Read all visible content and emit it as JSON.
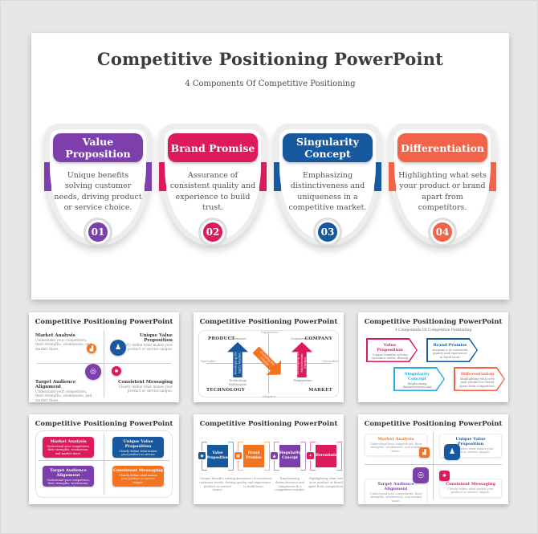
{
  "palette": {
    "purple": "#7c3fab",
    "crimson": "#dc1a5e",
    "blue": "#17599e",
    "orange": "#f2644a",
    "orange_bright": "#f5731f",
    "cyan": "#2aa9e1",
    "page_bg": "#e7e7e7"
  },
  "icons": {
    "bar_chart": "▟",
    "podium": "♟",
    "target": "◎",
    "gear": "✱",
    "diamond": "◆",
    "grid": "▦",
    "triangle": "▲",
    "spark": "✦"
  },
  "main_slide": {
    "title": "Competitive Positioning PowerPoint",
    "subtitle": "4 Components Of Competitive Positioning",
    "cards": [
      {
        "number": "01",
        "title": "Value Proposition",
        "description": "Unique benefits solving customer needs, driving product or service choice.",
        "color": "#7c3fab"
      },
      {
        "number": "02",
        "title": "Brand Promise",
        "description": "Assurance of consistent quality and experience to build trust.",
        "color": "#dc1a5e"
      },
      {
        "number": "03",
        "title": "Singularity Concept",
        "description": "Emphasizing distinctiveness and uniqueness in a competitive market.",
        "color": "#17599e"
      },
      {
        "number": "04",
        "title": "Differentiation",
        "description": "Highlighting what sets your product or brand apart from competitors.",
        "color": "#f2644a"
      }
    ]
  },
  "thumbnails": [
    {
      "title": "Competitive Positioning PowerPoint",
      "quadrants": [
        {
          "label": "Market Analysis",
          "desc": "Understand your competitors, their strengths, weaknesses, and market share."
        },
        {
          "label": "Unique Value Proposition",
          "desc": "Clearly define what makes your product or service unique."
        },
        {
          "label": "Target Audience Alignment",
          "desc": "Understand your competitors, their strengths, weaknesses, and market share."
        },
        {
          "label": "Consistent Messaging",
          "desc": "Clearly define what makes your product or service unique."
        }
      ]
    },
    {
      "title": "Competitive Positioning PowerPoint",
      "corners": [
        "PRODUCT",
        "COMPANY",
        "TECHNOLOGY",
        "MARKET"
      ],
      "axis": {
        "top": "Supporters",
        "bottom": "Skeptics",
        "left": "Specialist",
        "right": "Generalist"
      },
      "arrows": [
        {
          "text": "Developing the Early Market",
          "above": "Visionaries",
          "below": "Technology Enthusiasts"
        },
        {
          "text": "Crossing the Chasm"
        },
        {
          "text": "Developing the Mainstream Market",
          "above": "Conservatives",
          "below": "Pragmatists"
        }
      ]
    },
    {
      "title": "Competitive Positioning PowerPoint",
      "subtitle": "4 Components Of Competitive Positioning",
      "items": [
        {
          "label": "Value Proposition",
          "desc": "Unique benefits solving customer needs, driving product or service choice."
        },
        {
          "label": "Brand Promise",
          "desc": "Assurance of consistent quality and experience to build trust."
        },
        {
          "label": "Singularity Concept",
          "desc": "Emphasizing distinctiveness and uniqueness in a competitive market."
        },
        {
          "label": "Differentiation",
          "desc": "Highlighting what sets your product or brand apart from competitors."
        }
      ]
    },
    {
      "title": "Competitive Positioning PowerPoint",
      "boxes": [
        {
          "label": "Market Analysis",
          "desc": "Understand your competitors, their strengths, weaknesses, and market share."
        },
        {
          "label": "Unique Value Proposition",
          "desc": "Clearly define what makes your product or service unique."
        },
        {
          "label": "Target Audience Alignment",
          "desc": "Understand your competitors, their strengths, weaknesses, and market share."
        },
        {
          "label": "Consistent Messaging",
          "desc": "Clearly define what makes your product or service unique."
        }
      ]
    },
    {
      "title": "Competitive Positioning PowerPoint",
      "steps": [
        {
          "label": "Value Proposition",
          "desc": "Unique benefits solving customer needs, driving product or service choice."
        },
        {
          "label": "Brand Promise",
          "desc": "Assurance of consistent quality and experience to build trust."
        },
        {
          "label": "Singularity Concept",
          "desc": "Emphasizing distinctiveness and uniqueness in a competitive market."
        },
        {
          "label": "Differentiation",
          "desc": "Highlighting what sets your product or brand apart from competitors."
        }
      ]
    },
    {
      "title": "Competitive Positioning PowerPoint",
      "cards": [
        {
          "label": "Market Analysis",
          "desc": "Understand your competitors, their strengths, weaknesses, and market share."
        },
        {
          "label": "Unique Value Proposition",
          "desc": "Clearly define what makes your product or service unique."
        },
        {
          "label": "Target Audience Alignment",
          "desc": "Understand your competitors, their strengths, weaknesses, and market share."
        },
        {
          "label": "Consistent Messaging",
          "desc": "Clearly define what makes your product or service unique."
        }
      ]
    }
  ]
}
